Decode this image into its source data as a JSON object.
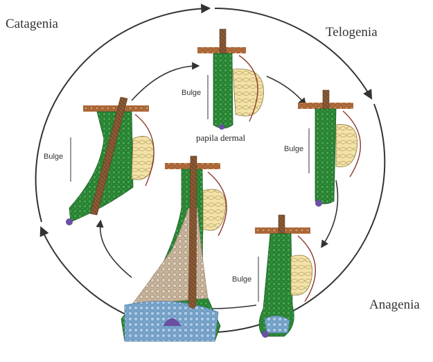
{
  "phases": {
    "catagenia": "Catagenia",
    "telogenia": "Telogenia",
    "anagenia": "Anagenia"
  },
  "labels": {
    "bulge": "Bulge",
    "papila": "papila dermal"
  },
  "colors": {
    "outer_sheath": "#2f8f3a",
    "outer_sheath_dark": "#1d5e24",
    "hair_shaft": "#8a5a35",
    "hair_shaft_dark": "#5c3a20",
    "sebaceous_gland": "#f3e2a6",
    "epidermis": "#b06a3a",
    "dermal_papilla": "#6a4fa3",
    "matrix": "#8fb8d8",
    "arrow": "#333333"
  }
}
